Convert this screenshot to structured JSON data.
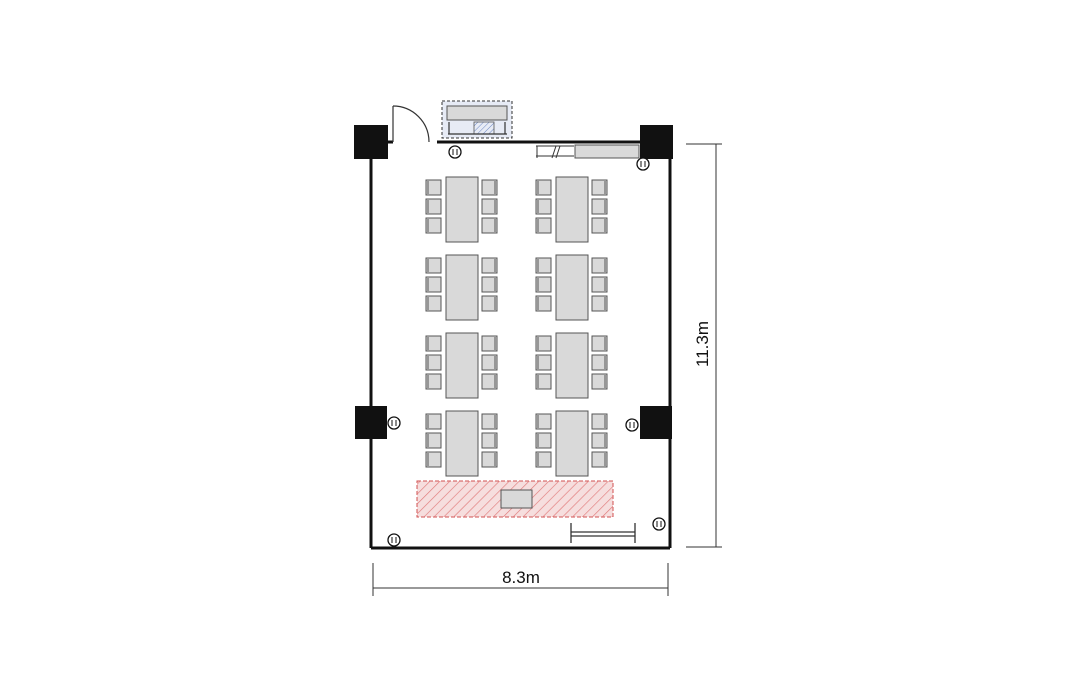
{
  "plan": {
    "width_label": "8.3m",
    "height_label": "11.3m",
    "table_cluster_rows": 4,
    "table_cluster_cols": 2
  },
  "colors": {
    "wall": "#111111",
    "furniture_fill": "#d9d9d9",
    "furniture_stroke": "#555555",
    "stage_fill": "#f6dede",
    "stage_hatch": "#e07a7a",
    "cabinet_hatch": "#6b86c2"
  },
  "icons": [
    "door-swing-icon",
    "outlet-icon",
    "pillar-icon",
    "whiteboard-icon"
  ]
}
